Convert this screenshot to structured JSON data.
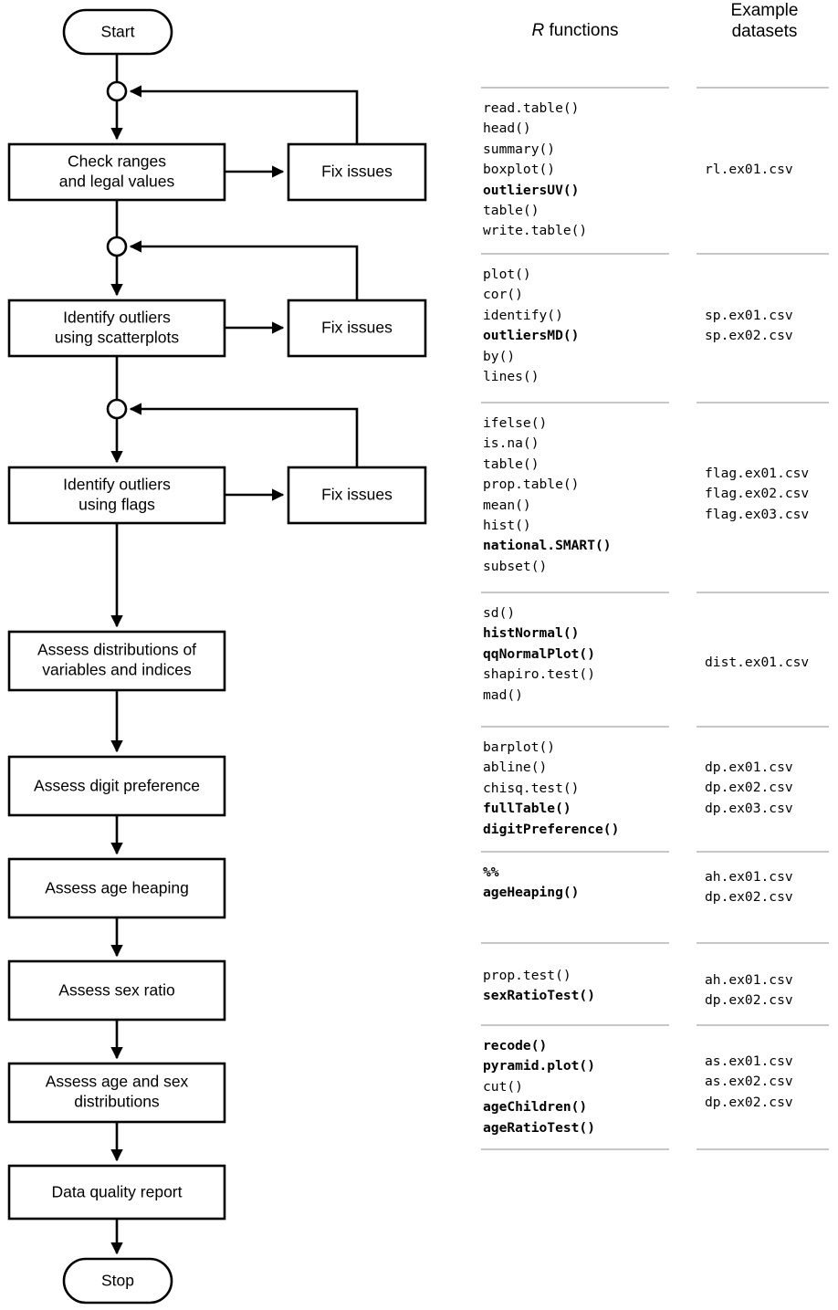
{
  "flowchart": {
    "start_label": "Start",
    "stop_label": "Stop",
    "fix_label": "Fix issues",
    "steps": [
      {
        "id": "check-ranges",
        "line1": "Check ranges",
        "line2": "and legal values",
        "has_fix": true
      },
      {
        "id": "identify-outliers-scatterplots",
        "line1": "Identify outliers",
        "line2": "using scatterplots",
        "has_fix": true
      },
      {
        "id": "identify-outliers-flags",
        "line1": "Identify outliers",
        "line2": "using flags",
        "has_fix": true
      },
      {
        "id": "assess-distributions",
        "line1": "Assess distributions of",
        "line2": "variables and indices",
        "has_fix": false
      },
      {
        "id": "assess-digit-preference",
        "line1": "Assess digit preference",
        "line2": "",
        "has_fix": false
      },
      {
        "id": "assess-age-heaping",
        "line1": "Assess age heaping",
        "line2": "",
        "has_fix": false
      },
      {
        "id": "assess-sex-ratio",
        "line1": "Assess sex ratio",
        "line2": "",
        "has_fix": false
      },
      {
        "id": "assess-age-sex-distributions",
        "line1": "Assess age and sex",
        "line2": "distributions",
        "has_fix": false
      },
      {
        "id": "data-quality-report",
        "line1": "Data quality report",
        "line2": "",
        "has_fix": false
      }
    ]
  },
  "table": {
    "header": {
      "functions_prefix": "R",
      "functions_suffix": " functions",
      "datasets_line1": "Example",
      "datasets_line2": "datasets"
    },
    "groups": [
      {
        "id": "ranges-legal-values",
        "functions": [
          {
            "name": "read.table()",
            "bold": false
          },
          {
            "name": "head()",
            "bold": false
          },
          {
            "name": "summary()",
            "bold": false
          },
          {
            "name": "boxplot()",
            "bold": false
          },
          {
            "name": "outliersUV()",
            "bold": true
          },
          {
            "name": "table()",
            "bold": false
          },
          {
            "name": "write.table()",
            "bold": false
          }
        ],
        "datasets": [
          "rl.ex01.csv"
        ]
      },
      {
        "id": "scatterplots",
        "functions": [
          {
            "name": "plot()",
            "bold": false
          },
          {
            "name": "cor()",
            "bold": false
          },
          {
            "name": "identify()",
            "bold": false
          },
          {
            "name": "outliersMD()",
            "bold": true
          },
          {
            "name": "by()",
            "bold": false
          },
          {
            "name": "lines()",
            "bold": false
          }
        ],
        "datasets": [
          "sp.ex01.csv",
          "sp.ex02.csv"
        ]
      },
      {
        "id": "flags",
        "functions": [
          {
            "name": "ifelse()",
            "bold": false
          },
          {
            "name": "is.na()",
            "bold": false
          },
          {
            "name": "table()",
            "bold": false
          },
          {
            "name": "prop.table()",
            "bold": false
          },
          {
            "name": "mean()",
            "bold": false
          },
          {
            "name": "hist()",
            "bold": false
          },
          {
            "name": "national.SMART()",
            "bold": true
          },
          {
            "name": "subset()",
            "bold": false
          }
        ],
        "datasets": [
          "flag.ex01.csv",
          "flag.ex02.csv",
          "flag.ex03.csv"
        ]
      },
      {
        "id": "distributions",
        "functions": [
          {
            "name": "sd()",
            "bold": false
          },
          {
            "name": "histNormal()",
            "bold": true
          },
          {
            "name": "qqNormalPlot()",
            "bold": true
          },
          {
            "name": "shapiro.test()",
            "bold": false
          },
          {
            "name": "mad()",
            "bold": false
          }
        ],
        "datasets": [
          "dist.ex01.csv"
        ]
      },
      {
        "id": "digit-preference",
        "functions": [
          {
            "name": "barplot()",
            "bold": false
          },
          {
            "name": "abline()",
            "bold": false
          },
          {
            "name": "chisq.test()",
            "bold": false
          },
          {
            "name": "fullTable()",
            "bold": true
          },
          {
            "name": "digitPreference()",
            "bold": true
          }
        ],
        "datasets": [
          "dp.ex01.csv",
          "dp.ex02.csv",
          "dp.ex03.csv"
        ]
      },
      {
        "id": "age-heaping",
        "functions": [
          {
            "name": "%%",
            "bold": true
          },
          {
            "name": "ageHeaping()",
            "bold": true
          }
        ],
        "datasets": [
          "ah.ex01.csv",
          "dp.ex02.csv"
        ]
      },
      {
        "id": "sex-ratio",
        "functions": [
          {
            "name": "prop.test()",
            "bold": false
          },
          {
            "name": "sexRatioTest()",
            "bold": true
          }
        ],
        "datasets": [
          "ah.ex01.csv",
          "dp.ex02.csv"
        ]
      },
      {
        "id": "age-sex-distributions",
        "functions": [
          {
            "name": "recode()",
            "bold": true
          },
          {
            "name": "pyramid.plot()",
            "bold": true
          },
          {
            "name": "cut()",
            "bold": false
          },
          {
            "name": "ageChildren()",
            "bold": true
          },
          {
            "name": "ageRatioTest()",
            "bold": true
          }
        ],
        "datasets": [
          "as.ex01.csv",
          "as.ex02.csv",
          "dp.ex02.csv"
        ]
      }
    ]
  },
  "colors": {
    "stroke": "#000000",
    "rule": "#c6c6c6",
    "background": "#ffffff"
  },
  "layout": {
    "function_group_tops": [
      108,
      290,
      453,
      661,
      808,
      945,
      1058,
      1135
    ],
    "dataset_group_tops": [
      175,
      335,
      508,
      715,
      830,
      950,
      1063,
      1152
    ],
    "rule_tops": [
      95,
      277,
      440,
      648,
      795,
      932,
      1032,
      1122,
      1258
    ]
  }
}
